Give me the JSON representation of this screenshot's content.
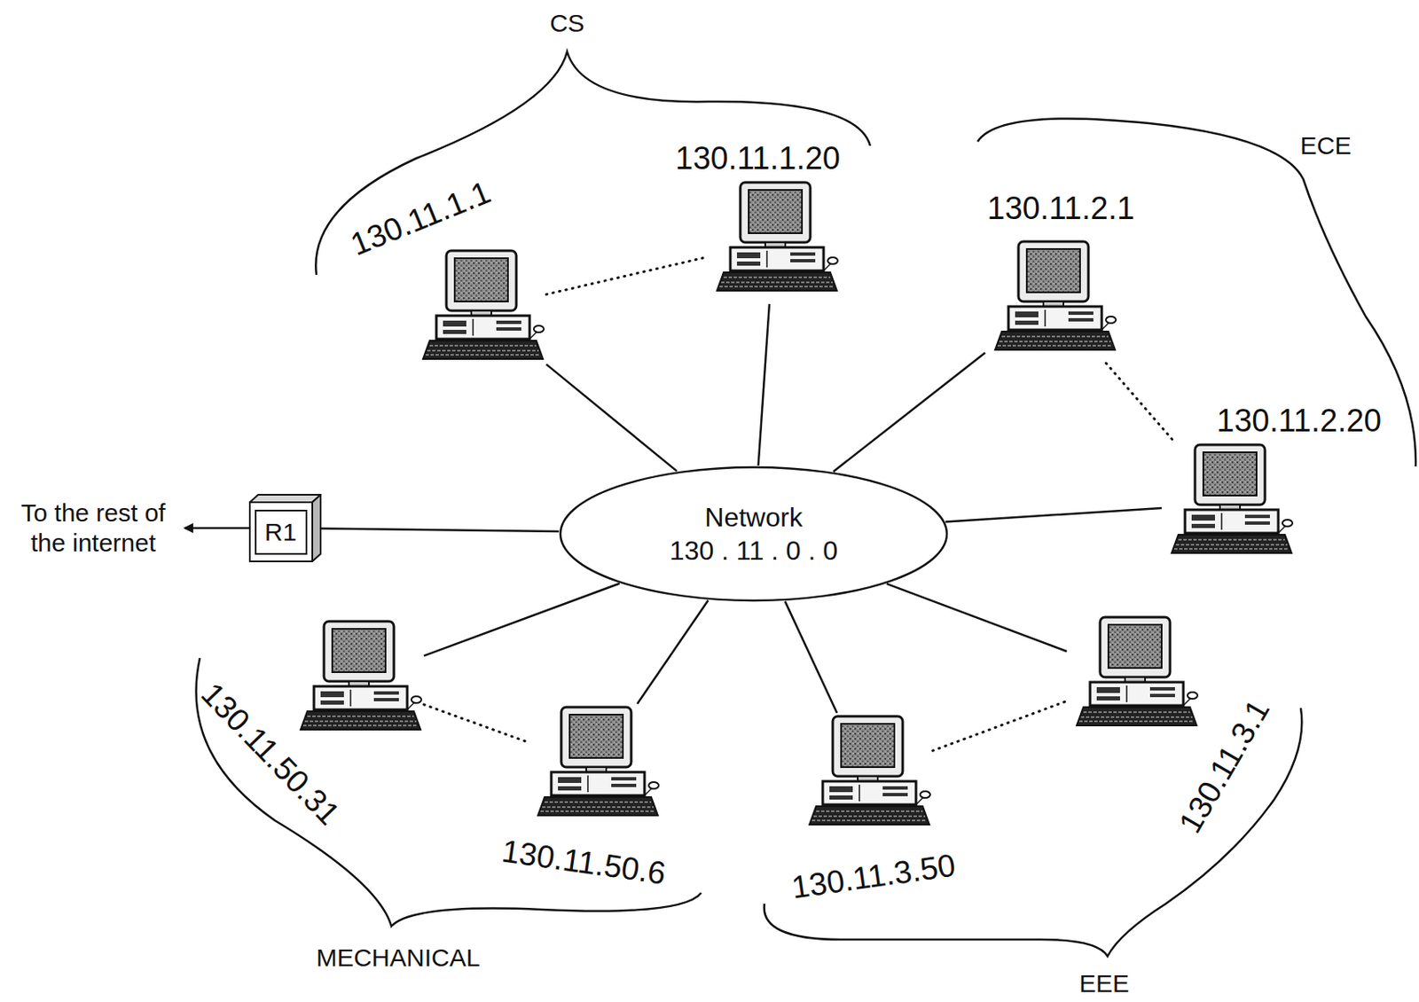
{
  "diagram": {
    "nodes": [
      {
        "text": [
          "130.11.1.1"
        ]
      },
      {
        "text": [
          "130.11.1.20"
        ]
      },
      {
        "text": [
          "130.11.2.1"
        ]
      },
      {
        "text": [
          "130.11.2.20"
        ]
      },
      {
        "text": [
          "R1"
        ]
      },
      {
        "text": [
          "Network",
          "130 . 11 . 0 . 0"
        ]
      },
      {
        "text": [
          "130.11.50.31"
        ]
      },
      {
        "text": [
          "130.11.50.6"
        ]
      },
      {
        "text": [
          "130.11.3.50"
        ]
      },
      {
        "text": [
          "130.11.3.1"
        ]
      }
    ],
    "edges": [
      {
        "from": 5,
        "to": 0,
        "arrow": "none"
      },
      {
        "from": 5,
        "to": 1,
        "arrow": "none"
      },
      {
        "from": 5,
        "to": 2,
        "arrow": "none"
      },
      {
        "from": 5,
        "to": 3,
        "arrow": "none"
      },
      {
        "from": 5,
        "to": 4,
        "arrow": "none"
      },
      {
        "from": 5,
        "to": 6,
        "arrow": "none"
      },
      {
        "from": 5,
        "to": 7,
        "arrow": "none"
      },
      {
        "from": 5,
        "to": 8,
        "arrow": "none"
      },
      {
        "from": 5,
        "to": 9,
        "arrow": "none"
      },
      {
        "from": 0,
        "to": 1,
        "arrow": "none"
      },
      {
        "from": 2,
        "to": 3,
        "arrow": "none"
      },
      {
        "from": 6,
        "to": 7,
        "arrow": "none"
      },
      {
        "from": 8,
        "to": 9,
        "arrow": "none"
      }
    ],
    "labels": [
      "CS",
      "ECE",
      "To the rest of the internet",
      "MECHANICAL",
      "EEE"
    ]
  }
}
